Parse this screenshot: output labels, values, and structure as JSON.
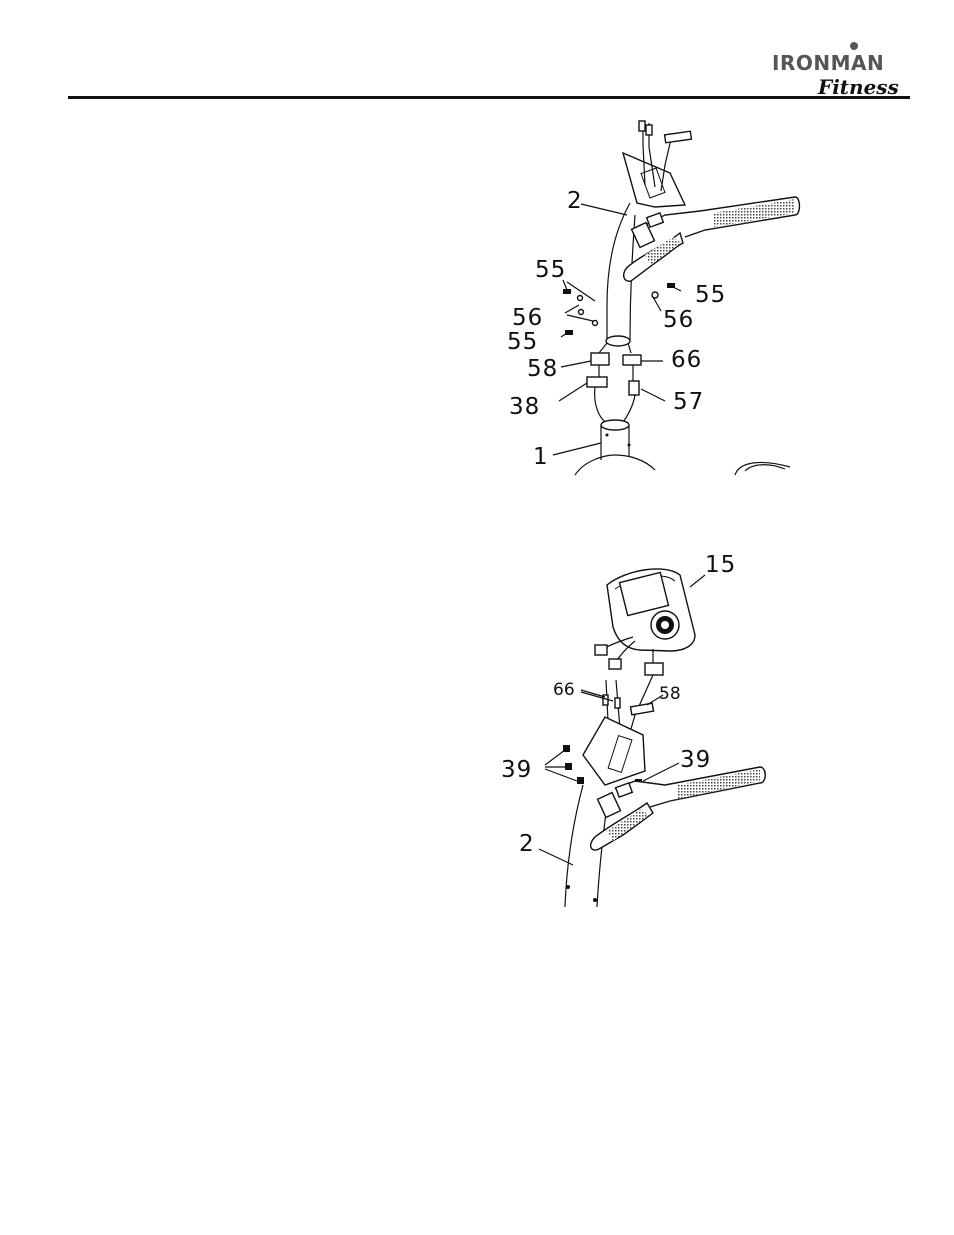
{
  "header": {
    "brand_primary": "IRONMAN",
    "brand_secondary": "Fitness"
  },
  "figure_top": {
    "callouts": {
      "c2": "2",
      "c55a": "55",
      "c56a": "56",
      "c55b": "55",
      "c55c": "55",
      "c56b": "56",
      "c58": "58",
      "c66": "66",
      "c38": "38",
      "c57": "57",
      "c1": "1"
    }
  },
  "figure_bottom": {
    "callouts": {
      "c15": "15",
      "c66": "66",
      "c58": "58",
      "c39a": "39",
      "c39b": "39",
      "c2": "2"
    }
  }
}
